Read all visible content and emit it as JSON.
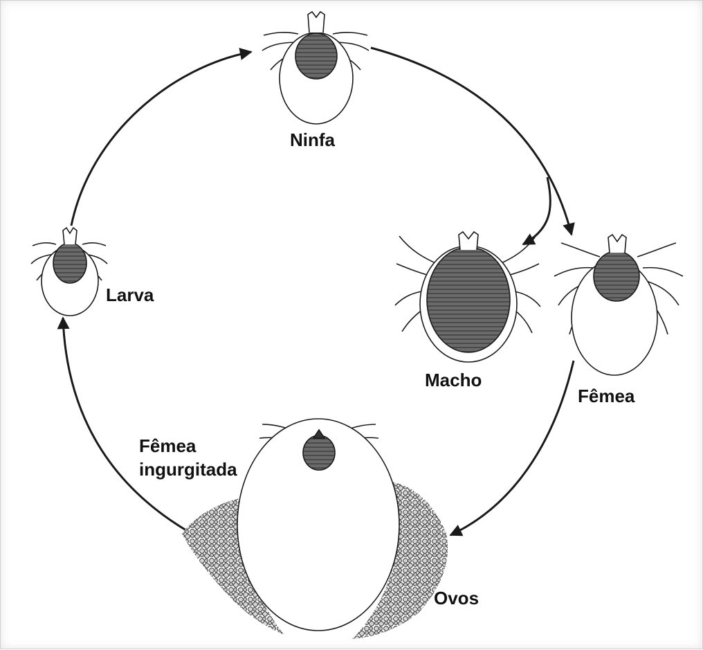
{
  "labels": {
    "nymph": "Ninfa",
    "larva": "Larva",
    "male": "Macho",
    "female": "Fêmea",
    "engorged_female_line1": "Fêmea",
    "engorged_female_line2": "ingurgitada",
    "eggs": "Ovos"
  },
  "colors": {
    "line": "#1a1a1a",
    "shield": "#555555",
    "background": "#ffffff"
  }
}
